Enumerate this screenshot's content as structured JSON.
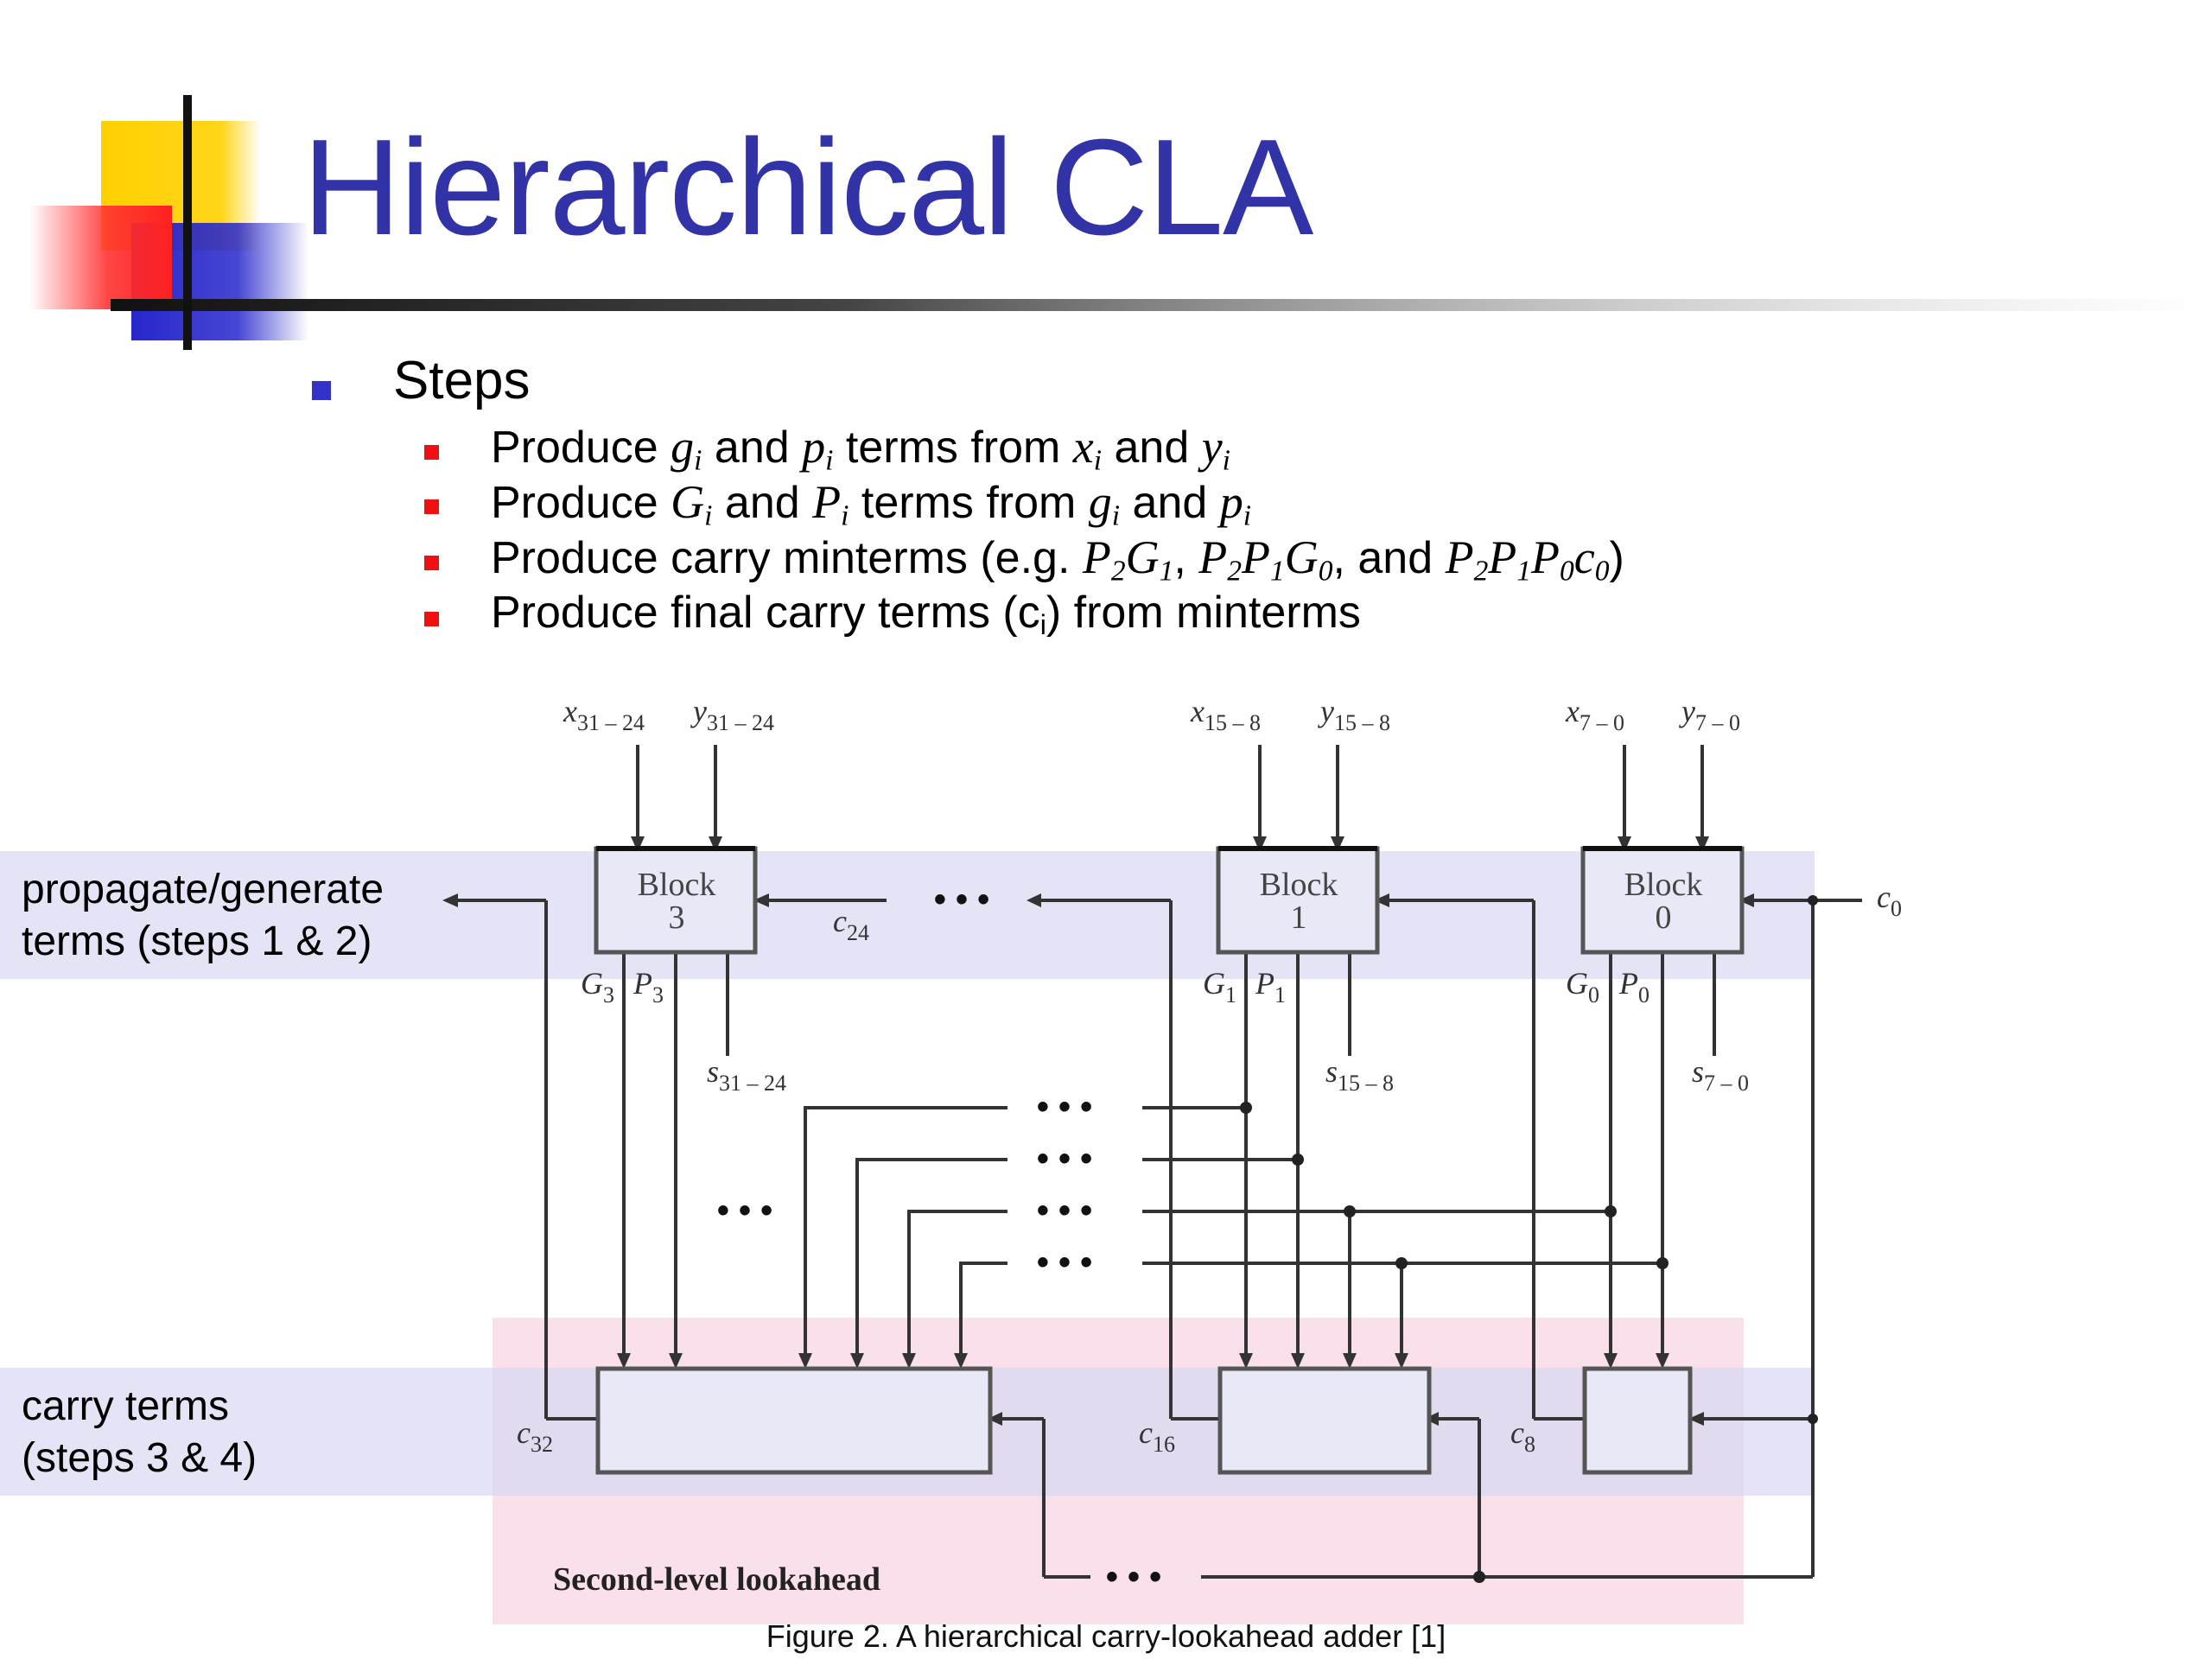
{
  "title": "Hierarchical CLA",
  "steps": {
    "heading": "Steps",
    "items": [
      {
        "parts": [
          {
            "t": "Produce "
          },
          {
            "m": "g",
            "s": "i"
          },
          {
            "t": " and "
          },
          {
            "m": "p",
            "s": "i"
          },
          {
            "t": " terms from "
          },
          {
            "m": "x",
            "s": "i"
          },
          {
            "t": " and "
          },
          {
            "m": "y",
            "s": "i"
          }
        ]
      },
      {
        "parts": [
          {
            "t": "Produce "
          },
          {
            "m": "G",
            "s": "i"
          },
          {
            "t": " and "
          },
          {
            "m": "P",
            "s": "i"
          },
          {
            "t": " terms from "
          },
          {
            "m": "g",
            "s": "i"
          },
          {
            "t": " and "
          },
          {
            "m": "p",
            "s": "i"
          }
        ]
      },
      {
        "parts": [
          {
            "t": "Produce carry minterms (e.g. "
          },
          {
            "m": "P",
            "s": "2"
          },
          {
            "m": "G",
            "s": "1"
          },
          {
            "t": ", "
          },
          {
            "m": "P",
            "s": "2"
          },
          {
            "m": "P",
            "s": "1"
          },
          {
            "m": "G",
            "s": "0"
          },
          {
            "t": ", and "
          },
          {
            "m": "P",
            "s": "2"
          },
          {
            "m": "P",
            "s": "1"
          },
          {
            "m": "P",
            "s": "0"
          },
          {
            "m": "c",
            "s": "0"
          },
          {
            "t": ")"
          }
        ]
      },
      {
        "parts": [
          {
            "t": "Produce final carry terms (c"
          },
          {
            "ts": "i"
          },
          {
            "t": ") from minterms"
          }
        ]
      }
    ]
  },
  "diagram": {
    "band_top_label_line1": "propagate/generate",
    "band_top_label_line2": "terms (steps 1 & 2)",
    "band_bottom_label_line1": "carry terms",
    "band_bottom_label_line2": "(steps 3 & 4)",
    "block_word": "Block",
    "block3_num": "3",
    "block1_num": "1",
    "block0_num": "0",
    "in_x3": "x",
    "in_x3_sub": "31 – 24",
    "in_y3": "y",
    "in_y3_sub": "31 – 24",
    "in_x1": "x",
    "in_x1_sub": "15 – 8",
    "in_y1": "y",
    "in_y1_sub": "15 – 8",
    "in_x0": "x",
    "in_x0_sub": "7 – 0",
    "in_y0": "y",
    "in_y0_sub": "7 – 0",
    "c0": "c",
    "c0_sub": "0",
    "c24": "c",
    "c24_sub": "24",
    "c32": "c",
    "c32_sub": "32",
    "c16": "c",
    "c16_sub": "16",
    "c8": "c",
    "c8_sub": "8",
    "g3": "G",
    "g3_sub": "3",
    "p3": "P",
    "p3_sub": "3",
    "g1": "G",
    "g1_sub": "1",
    "p1": "P",
    "p1_sub": "1",
    "g0": "G",
    "g0_sub": "0",
    "p0": "P",
    "p0_sub": "0",
    "s3": "s",
    "s3_sub": "31 – 24",
    "s1": "s",
    "s1_sub": "15 – 8",
    "s0": "s",
    "s0_sub": "7 – 0",
    "second_level": "Second-level lookahead",
    "ellipsis": "• • •"
  },
  "caption": "Figure 2. A hierarchical carry-lookahead adder [1]",
  "colors": {
    "title": "#3333a8",
    "band_blue": "#d9d9f2",
    "band_pink": "#f8d8e6",
    "block_fill": "#e8e8f7",
    "line": "#333333"
  }
}
